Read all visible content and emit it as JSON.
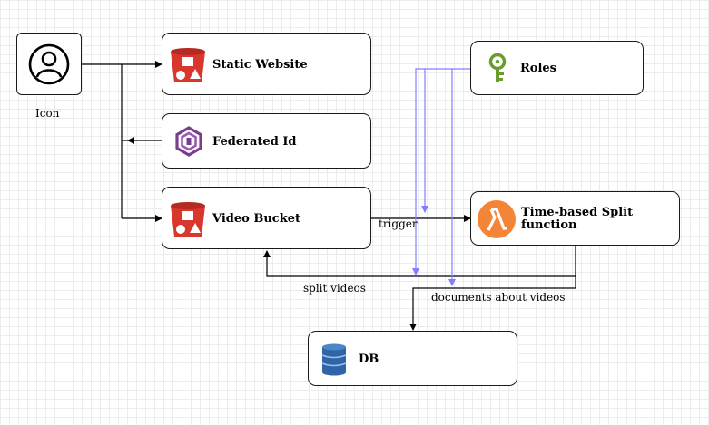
{
  "user": {
    "label": "Icon",
    "icon": "user-icon"
  },
  "nodes": {
    "static_website": {
      "label": "Static Website",
      "icon": "s3-bucket-icon"
    },
    "federated_id": {
      "label": "Federated Id",
      "icon": "cognito-icon"
    },
    "video_bucket": {
      "label": "Video Bucket",
      "icon": "s3-bucket-icon"
    },
    "roles": {
      "label": "Roles",
      "icon": "iam-key-icon"
    },
    "split_function": {
      "label_line1": "Time-based Split",
      "label_line2": "function",
      "icon": "lambda-icon"
    },
    "db": {
      "label": "DB",
      "icon": "dynamodb-icon"
    }
  },
  "edges": {
    "trigger": "trigger",
    "split_videos": "split videos",
    "documents": "documents about videos"
  },
  "colors": {
    "s3": "#d9362e",
    "cognito": "#7a3e8f",
    "iam": "#6a9c2b",
    "lambda": "#f58536",
    "dynamodb": "#2f64a8",
    "role_link": "#7f7fff"
  }
}
